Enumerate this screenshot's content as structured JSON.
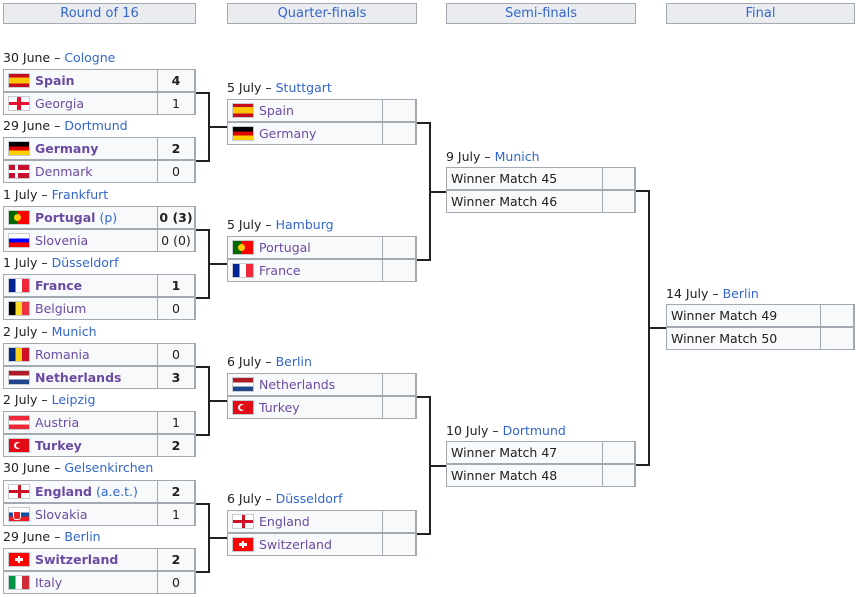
{
  "rounds": {
    "r16": "Round of 16",
    "qf": "Quarter-finals",
    "sf": "Semi-finals",
    "final": "Final"
  },
  "r16": [
    {
      "date": "30 June",
      "city": "Cologne",
      "teams": [
        {
          "name": "Spain",
          "flag": "spain",
          "score": "4",
          "win": true
        },
        {
          "name": "Georgia",
          "flag": "georgia",
          "score": "1",
          "win": false
        }
      ]
    },
    {
      "date": "29 June",
      "city": "Dortmund",
      "teams": [
        {
          "name": "Germany",
          "flag": "germany",
          "score": "2",
          "win": true
        },
        {
          "name": "Denmark",
          "flag": "denmark",
          "score": "0",
          "win": false
        }
      ]
    },
    {
      "date": "1 July",
      "city": "Frankfurt",
      "teams": [
        {
          "name": "Portugal",
          "note": "(p)",
          "flag": "portugal",
          "score": "0 (3)",
          "win": true
        },
        {
          "name": "Slovenia",
          "flag": "slovenia",
          "score": "0 (0)",
          "win": false
        }
      ]
    },
    {
      "date": "1 July",
      "city": "Düsseldorf",
      "teams": [
        {
          "name": "France",
          "flag": "france",
          "score": "1",
          "win": true
        },
        {
          "name": "Belgium",
          "flag": "belgium",
          "score": "0",
          "win": false
        }
      ]
    },
    {
      "date": "2 July",
      "city": "Munich",
      "teams": [
        {
          "name": "Romania",
          "flag": "romania",
          "score": "0",
          "win": false
        },
        {
          "name": "Netherlands",
          "flag": "netherlands",
          "score": "3",
          "win": true
        }
      ]
    },
    {
      "date": "2 July",
      "city": "Leipzig",
      "teams": [
        {
          "name": "Austria",
          "flag": "austria",
          "score": "1",
          "win": false
        },
        {
          "name": "Turkey",
          "flag": "turkey",
          "score": "2",
          "win": true
        }
      ]
    },
    {
      "date": "30 June",
      "city": "Gelsenkirchen",
      "teams": [
        {
          "name": "England",
          "note": "(a.e.t.)",
          "flag": "england",
          "score": "2",
          "win": true
        },
        {
          "name": "Slovakia",
          "flag": "slovakia",
          "score": "1",
          "win": false
        }
      ]
    },
    {
      "date": "29 June",
      "city": "Berlin",
      "teams": [
        {
          "name": "Switzerland",
          "flag": "switzerland",
          "score": "2",
          "win": true
        },
        {
          "name": "Italy",
          "flag": "italy",
          "score": "0",
          "win": false
        }
      ]
    }
  ],
  "qf": [
    {
      "date": "5 July",
      "city": "Stuttgart",
      "teams": [
        {
          "name": "Spain",
          "flag": "spain",
          "score": ""
        },
        {
          "name": "Germany",
          "flag": "germany",
          "score": ""
        }
      ]
    },
    {
      "date": "5 July",
      "city": "Hamburg",
      "teams": [
        {
          "name": "Portugal",
          "flag": "portugal",
          "score": ""
        },
        {
          "name": "France",
          "flag": "france",
          "score": ""
        }
      ]
    },
    {
      "date": "6 July",
      "city": "Berlin",
      "teams": [
        {
          "name": "Netherlands",
          "flag": "netherlands",
          "score": ""
        },
        {
          "name": "Turkey",
          "flag": "turkey",
          "score": ""
        }
      ]
    },
    {
      "date": "6 July",
      "city": "Düsseldorf",
      "teams": [
        {
          "name": "England",
          "flag": "england",
          "score": ""
        },
        {
          "name": "Switzerland",
          "flag": "switzerland",
          "score": ""
        }
      ]
    }
  ],
  "sf": [
    {
      "date": "9 July",
      "city": "Munich",
      "teams": [
        {
          "name": "Winner Match 45",
          "score": ""
        },
        {
          "name": "Winner Match 46",
          "score": ""
        }
      ]
    },
    {
      "date": "10 July",
      "city": "Dortmund",
      "teams": [
        {
          "name": "Winner Match 47",
          "score": ""
        },
        {
          "name": "Winner Match 48",
          "score": ""
        }
      ]
    }
  ],
  "final": [
    {
      "date": "14 July",
      "city": "Berlin",
      "teams": [
        {
          "name": "Winner Match 49",
          "score": ""
        },
        {
          "name": "Winner Match 50",
          "score": ""
        }
      ]
    }
  ],
  "flag_icons": {
    "spain": "spain-flag-icon",
    "georgia": "georgia-flag-icon",
    "germany": "germany-flag-icon",
    "denmark": "denmark-flag-icon",
    "portugal": "portugal-flag-icon",
    "slovenia": "slovenia-flag-icon",
    "france": "france-flag-icon",
    "belgium": "belgium-flag-icon",
    "romania": "romania-flag-icon",
    "netherlands": "netherlands-flag-icon",
    "austria": "austria-flag-icon",
    "turkey": "turkey-flag-icon",
    "england": "england-flag-icon",
    "slovakia": "slovakia-flag-icon",
    "switzerland": "switzerland-flag-icon",
    "italy": "italy-flag-icon"
  },
  "colors": {
    "link": "#3366cc",
    "team_link": "#6b4ba1",
    "header_bg": "#eaecf0",
    "border": "#a2a9b1",
    "cell_bg": "#f8f9fa"
  }
}
